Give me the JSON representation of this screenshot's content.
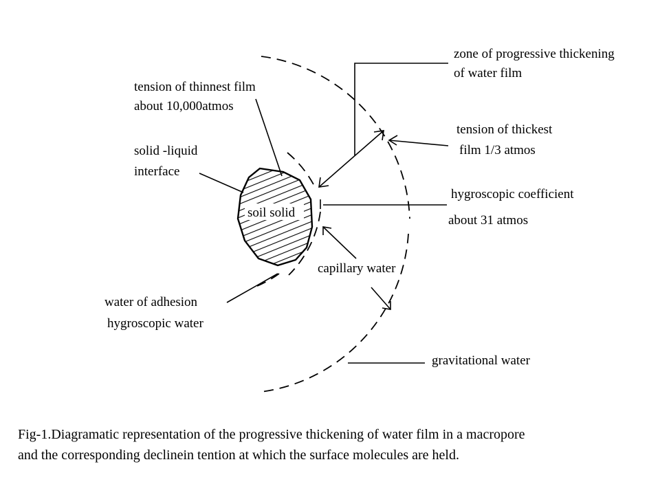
{
  "labels": {
    "soil_solid": "soil solid",
    "zone_line1": "zone of progressive thickening",
    "zone_line2": "of water  film",
    "thinnest_line1": "tension of thinnest film",
    "thinnest_line2": "about 10,000atmos",
    "thickest_line1": "tension of thickest",
    "thickest_line2": "film 1/3 atmos",
    "interface_line1": "solid -liquid",
    "interface_line2": "interface",
    "hygro_line1": "hygroscopic coefficient",
    "hygro_line2": "about 31 atmos",
    "capillary": "capillary water",
    "adhesion_line1": "water of adhesion",
    "adhesion_line2": "hygroscopic water",
    "gravitational": "gravitational water"
  },
  "caption": {
    "line1": "Fig-1.Diagramatic representation of the progressive thickening of water film in a macropore",
    "line2": "and  the corresponding declinein tention at which the surface molecules are held."
  }
}
